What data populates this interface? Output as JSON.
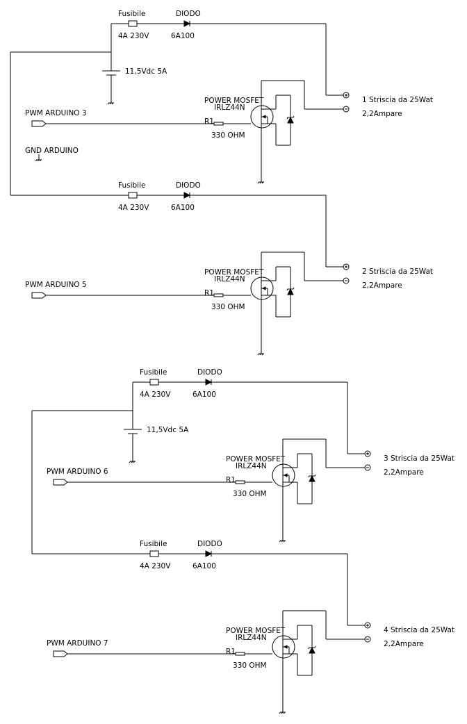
{
  "colors": {
    "wire": "#000000",
    "background": "#ffffff"
  },
  "blocks": [
    {
      "fuse_label": "Fusibile",
      "fuse_value": "4A 230V",
      "diode_label": "DIODO",
      "diode_value": "6A100",
      "battery_label": "11,5Vdc 5A",
      "pwm_label": "PWM ARDUINO 3",
      "gnd_label": "GND ARDUINO",
      "mosfet_label": "POWER MOSFET",
      "mosfet_model": "IRLZ44N",
      "resistor_label": "R1",
      "resistor_value": "330 OHM",
      "load_label": "1 Striscia da 25Wat",
      "load_current": "2,2Ampare"
    },
    {
      "fuse_label": "Fusibile",
      "fuse_value": "4A 230V",
      "diode_label": "DIODO",
      "diode_value": "6A100",
      "pwm_label": "PWM ARDUINO 5",
      "mosfet_label": "POWER MOSFET",
      "mosfet_model": "IRLZ44N",
      "resistor_label": "R1",
      "resistor_value": "330 OHM",
      "load_label": "2 Striscia da 25Wat",
      "load_current": "2,2Ampare"
    },
    {
      "fuse_label": "Fusibile",
      "fuse_value": "4A 230V",
      "diode_label": "DIODO",
      "diode_value": "6A100",
      "battery_label": "11,5Vdc 5A",
      "pwm_label": "PWM ARDUINO 6",
      "mosfet_label": "POWER MOSFET",
      "mosfet_model": "IRLZ44N",
      "resistor_label": "R1",
      "resistor_value": "330 OHM",
      "load_label": "3 Striscia da 25Wat",
      "load_current": "2,2Ampare"
    },
    {
      "fuse_label": "Fusibile",
      "fuse_value": "4A 230V",
      "diode_label": "DIODO",
      "diode_value": "6A100",
      "pwm_label": "PWM ARDUINO 7",
      "mosfet_label": "POWER MOSFET",
      "mosfet_model": "IRLZ44N",
      "resistor_label": "R1",
      "resistor_value": "330 OHM",
      "load_label": "4 Striscia da 25Wat",
      "load_current": "2,2Ampare"
    }
  ]
}
